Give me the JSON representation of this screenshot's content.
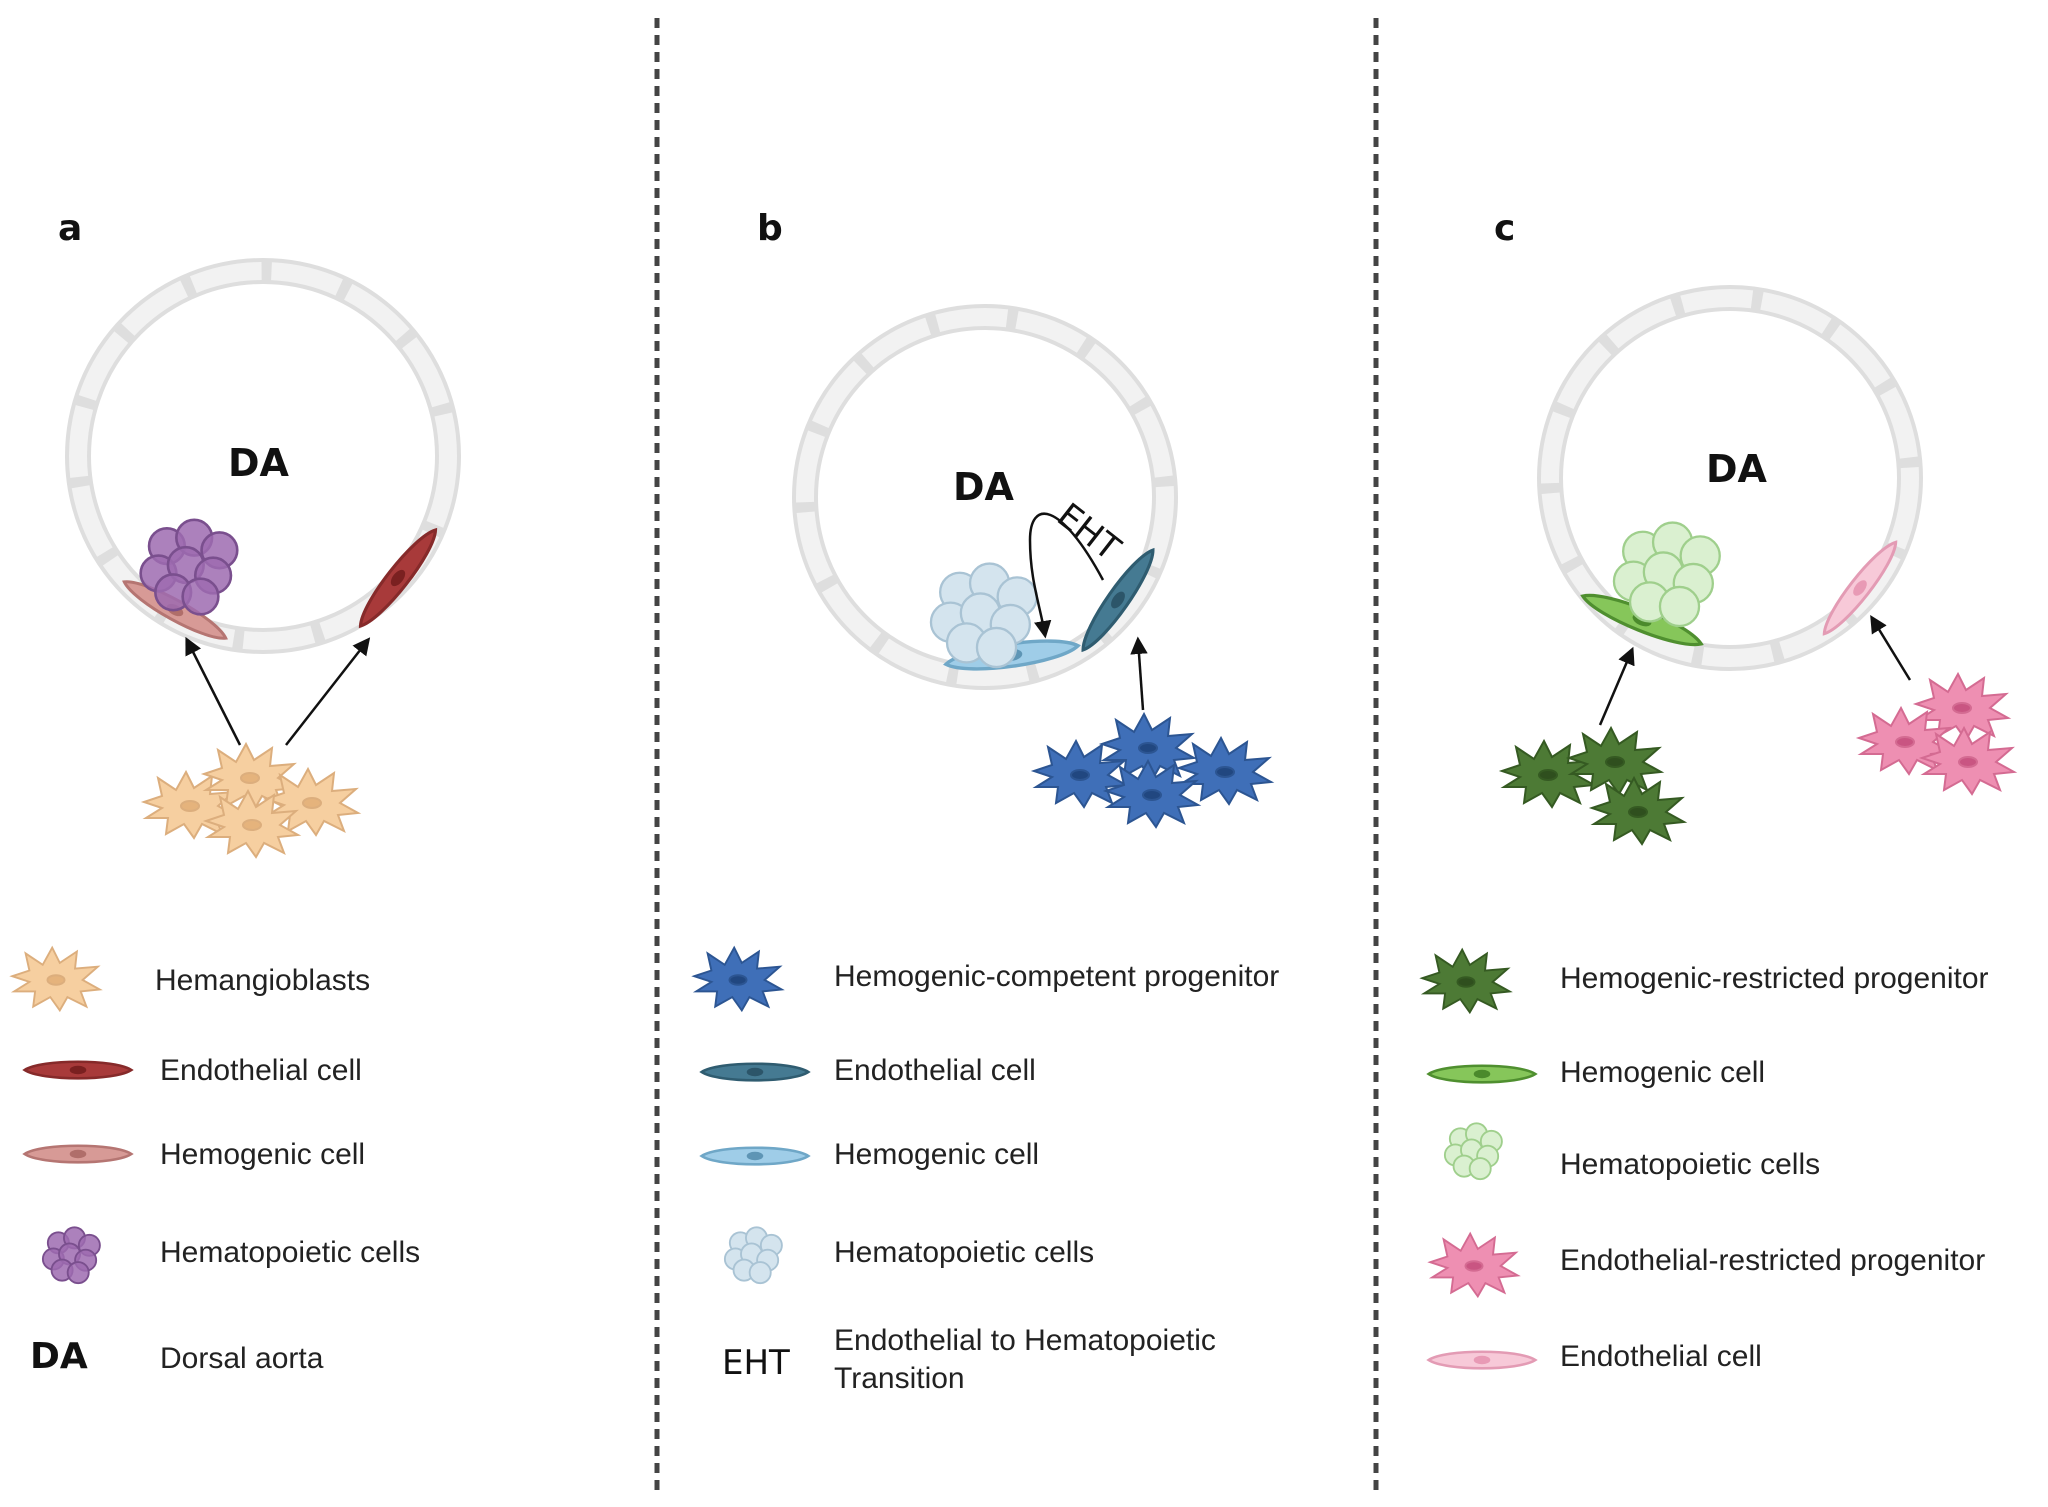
{
  "panels": {
    "a": {
      "letter": "a",
      "vessel_label": "DA",
      "legend": [
        {
          "key": "hemangioblast",
          "label": "Hemangioblasts"
        },
        {
          "key": "endothelial",
          "label": "Endothelial cell"
        },
        {
          "key": "hemogenic",
          "label": "Hemogenic cell"
        },
        {
          "key": "hematopoietic",
          "label": "Hematopoietic cells"
        },
        {
          "key": "abbr",
          "abbr": "DA",
          "label": "Dorsal aorta"
        }
      ]
    },
    "b": {
      "letter": "b",
      "vessel_label": "DA",
      "transition_label": "EHT",
      "legend": [
        {
          "key": "progenitor",
          "label": "Hemogenic-competent progenitor"
        },
        {
          "key": "endothelial",
          "label": "Endothelial cell"
        },
        {
          "key": "hemogenic",
          "label": "Hemogenic cell"
        },
        {
          "key": "hematopoietic",
          "label": "Hematopoietic cells"
        },
        {
          "key": "abbr",
          "abbr": "EHT",
          "label_line1": "Endothelial to Hematopoietic",
          "label_line2": "Transition"
        }
      ]
    },
    "c": {
      "letter": "c",
      "vessel_label": "DA",
      "legend": [
        {
          "key": "hemo_progenitor",
          "label": "Hemogenic-restricted progenitor"
        },
        {
          "key": "hemogenic",
          "label": "Hemogenic cell"
        },
        {
          "key": "hematopoietic",
          "label": "Hematopoietic cells"
        },
        {
          "key": "endo_progenitor",
          "label": "Endothelial-restricted progenitor"
        },
        {
          "key": "endothelial",
          "label": "Endothelial cell"
        }
      ]
    }
  },
  "colors": {
    "vessel": "#eeeeee",
    "hemangioblast": "#f6cfa0",
    "endothelial_a": "#a83a3a",
    "hemogenic_a": "#d79a96",
    "hematopoietic_a": "#9d6bb0",
    "progenitor_b": "#3f6fb8",
    "endothelial_b": "#457a92",
    "hemogenic_b": "#9fcde8",
    "hematopoietic_b": "#d4e4ee",
    "progenitor_c": "#4d7a35",
    "hemogenic_c": "#86c65a",
    "hematopoietic_c": "#daf0d0",
    "endo_progenitor_c": "#ee8fb2",
    "endothelial_c": "#f7c9d8",
    "divider": "#444444"
  }
}
